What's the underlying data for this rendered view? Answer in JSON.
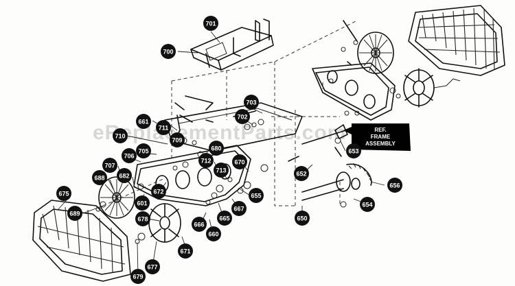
{
  "watermark": "eReplacementParts.com",
  "ref_label": {
    "line1": "REF.",
    "line2": "FRAME",
    "line3": "ASSEMBLY"
  },
  "callouts": [
    {
      "id": "c701",
      "label": "701"
    },
    {
      "id": "c700",
      "label": "700"
    },
    {
      "id": "c703",
      "label": "703"
    },
    {
      "id": "c702",
      "label": "702"
    },
    {
      "id": "c661",
      "label": "661"
    },
    {
      "id": "c711",
      "label": "711"
    },
    {
      "id": "c710",
      "label": "710"
    },
    {
      "id": "c709",
      "label": "709"
    },
    {
      "id": "c705",
      "label": "705"
    },
    {
      "id": "c706",
      "label": "706"
    },
    {
      "id": "c680",
      "label": "680"
    },
    {
      "id": "c712",
      "label": "712"
    },
    {
      "id": "c713",
      "label": "713"
    },
    {
      "id": "c670",
      "label": "670"
    },
    {
      "id": "c653",
      "label": "653"
    },
    {
      "id": "c707",
      "label": "707"
    },
    {
      "id": "c688",
      "label": "688"
    },
    {
      "id": "c682",
      "label": "682"
    },
    {
      "id": "c672",
      "label": "672"
    },
    {
      "id": "c652",
      "label": "652"
    },
    {
      "id": "c656",
      "label": "656"
    },
    {
      "id": "c675",
      "label": "675"
    },
    {
      "id": "c601",
      "label": "601"
    },
    {
      "id": "c655",
      "label": "655"
    },
    {
      "id": "c689",
      "label": "689"
    },
    {
      "id": "c678",
      "label": "678"
    },
    {
      "id": "c667",
      "label": "667"
    },
    {
      "id": "c654",
      "label": "654"
    },
    {
      "id": "c665",
      "label": "665"
    },
    {
      "id": "c666",
      "label": "666"
    },
    {
      "id": "c650",
      "label": "650"
    },
    {
      "id": "c660",
      "label": "660"
    },
    {
      "id": "c671",
      "label": "671"
    },
    {
      "id": "c677",
      "label": "677"
    },
    {
      "id": "c679",
      "label": "679"
    }
  ]
}
